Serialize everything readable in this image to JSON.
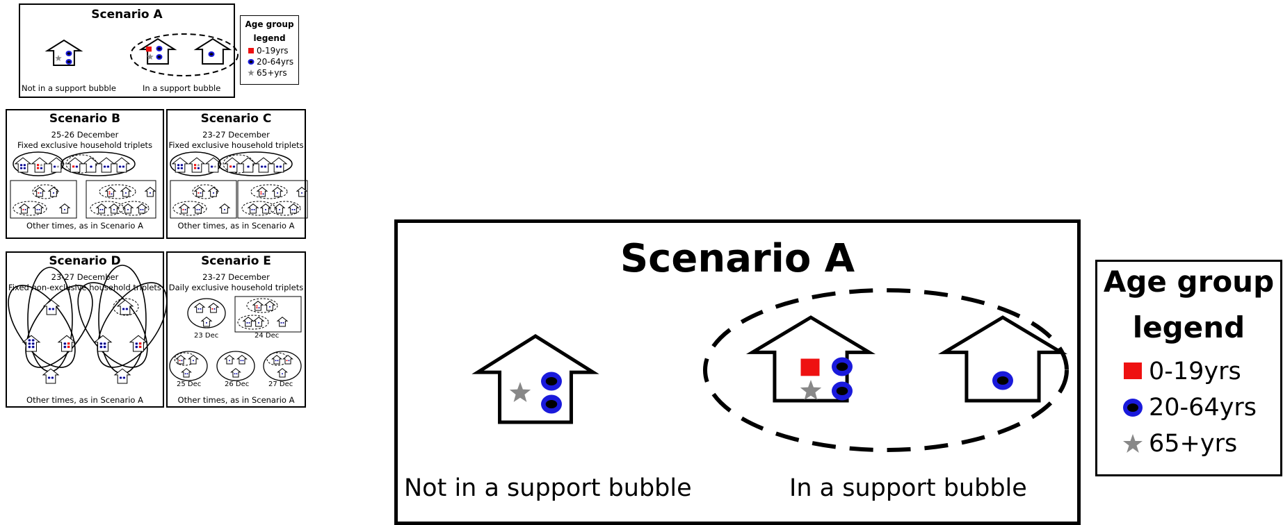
{
  "colors": {
    "child": "#ee1111",
    "adult": "#1a1adb",
    "adult_core": "#000000",
    "elderly": "#888888",
    "line": "#000000"
  },
  "icons": {
    "child": "red-square-icon",
    "adult": "blue-circle-icon",
    "elderly": "grey-star-icon",
    "house": "house-icon"
  },
  "scenario_a": {
    "title": "Scenario A",
    "caption_not_bubble": "Not in a support bubble",
    "caption_bubble": "In a support bubble"
  },
  "legend": {
    "title_line1": "Age group",
    "title_line2": "legend",
    "items": [
      {
        "label": "0-19yrs",
        "icon": "red-square-icon"
      },
      {
        "label": "20-64yrs",
        "icon": "blue-circle-icon"
      },
      {
        "label": "65+yrs",
        "icon": "grey-star-icon"
      }
    ]
  },
  "scenario_b": {
    "title": "Scenario B",
    "dates": "25-26 December",
    "description": "Fixed exclusive household triplets",
    "footer": "Other times, as in Scenario A"
  },
  "scenario_c": {
    "title": "Scenario C",
    "dates": "23-27 December",
    "description": "Fixed exclusive household triplets",
    "footer": "Other times, as in Scenario A"
  },
  "scenario_d": {
    "title": "Scenario D",
    "dates": "23-27 December",
    "description": "Fixed non-exclusive household triplets",
    "footer": "Other times, as in Scenario A"
  },
  "scenario_e": {
    "title": "Scenario E",
    "dates": "23-27 December",
    "description": "Daily exclusive household triplets",
    "day_labels": [
      "23 Dec",
      "24 Dec",
      "25 Dec",
      "26 Dec",
      "27 Dec"
    ],
    "footer": "Other times, as in Scenario A"
  }
}
